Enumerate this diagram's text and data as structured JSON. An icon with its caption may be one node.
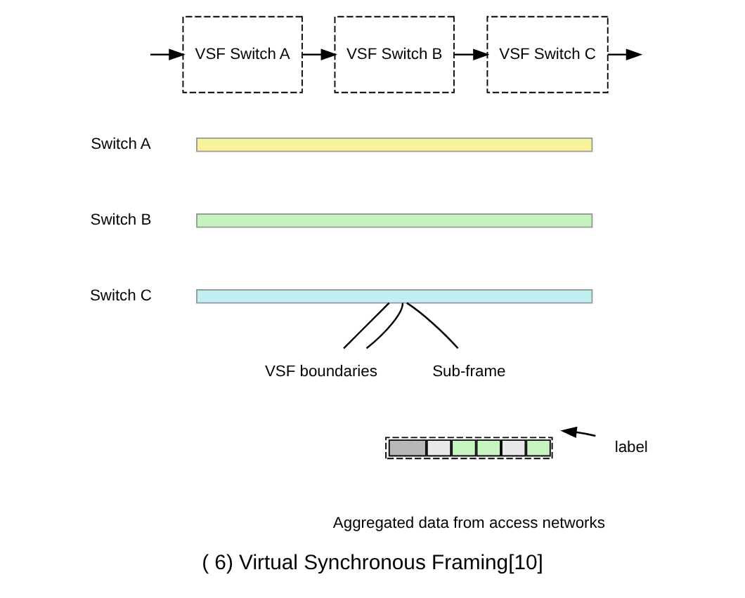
{
  "diagram": {
    "caption": "( 6) Virtual Synchronous Framing[10]",
    "nodes": [
      {
        "text": [
          "VSF Switch A"
        ]
      },
      {
        "text": [
          "VSF Switch B"
        ]
      },
      {
        "text": [
          "VSF Switch C"
        ]
      },
      {
        "text": [],
        "shape": "bar",
        "beside": [
          "Switch A"
        ]
      },
      {
        "text": [],
        "shape": "bar",
        "beside": [
          "Switch B"
        ]
      },
      {
        "text": [],
        "shape": "bar",
        "beside": [
          "Switch C"
        ]
      },
      {
        "text": [
          "VSF boundaries"
        ]
      },
      {
        "text": [
          "Sub-frame"
        ]
      },
      {
        "text": [],
        "shape": "bar"
      },
      {
        "text": [
          "label"
        ]
      }
    ],
    "edges": [
      {
        "from": null,
        "to": 0,
        "arrow": "to"
      },
      {
        "from": 0,
        "to": 1,
        "arrow": "to"
      },
      {
        "from": 1,
        "to": 2,
        "arrow": "to"
      },
      {
        "from": 2,
        "to": null,
        "arrow": "to"
      },
      {
        "from": 6,
        "to": 5,
        "arrow": "none"
      },
      {
        "from": 6,
        "to": 5,
        "arrow": "none"
      },
      {
        "from": 7,
        "to": 5,
        "arrow": "none"
      },
      {
        "from": 9,
        "to": 8,
        "arrow": "to"
      }
    ],
    "labels": [
      "Aggregated data from access networks"
    ]
  }
}
